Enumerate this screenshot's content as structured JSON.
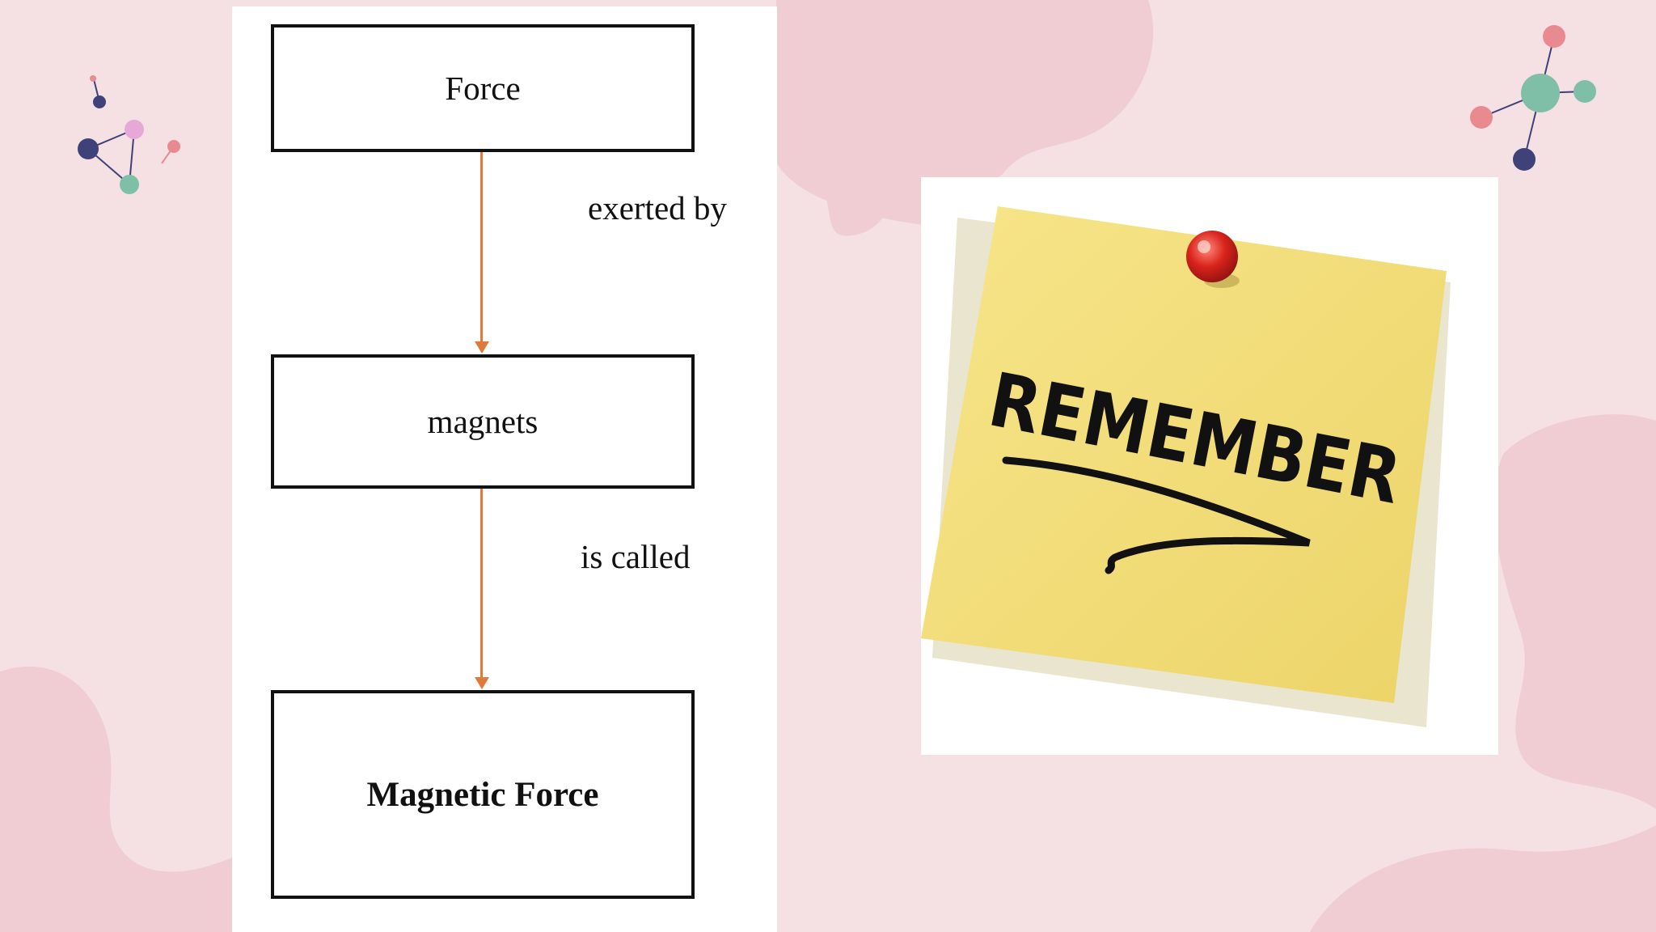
{
  "diagram": {
    "nodes": [
      {
        "label": "Force"
      },
      {
        "label": "magnets"
      },
      {
        "label": "Magnetic Force"
      }
    ],
    "edges": [
      {
        "label": "exerted by"
      },
      {
        "label": "is called"
      }
    ],
    "edge_color": "#e07a3a"
  },
  "note_image": {
    "text": "REMEMBER",
    "note_color": "#f5e27a",
    "pin_color": "#d9241c",
    "icons": [
      "pushpin-icon",
      "arrow-icon"
    ]
  },
  "decorations": {
    "icons": [
      "molecule-icon-left",
      "molecule-icon-right"
    ],
    "colors": {
      "navy": "#3f4278",
      "pink": "#e98a90",
      "teal": "#7fbfa8",
      "lilac": "#e6a8d6"
    }
  }
}
